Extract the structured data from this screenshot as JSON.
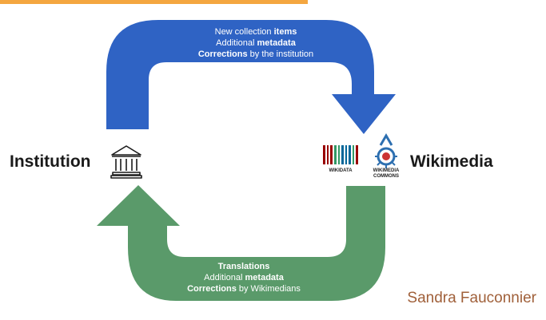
{
  "top_banner": {
    "color": "#f4a640"
  },
  "nodes": {
    "left": {
      "label": "Institution",
      "icon": "institution-building-icon"
    },
    "right": {
      "label": "Wikimedia",
      "logos": [
        {
          "icon": "wikidata-logo",
          "caption": "WIKIDATA"
        },
        {
          "icon": "wikimedia-commons-logo",
          "caption_line1": "WIKIMEDIA",
          "caption_line2": "COMMONS"
        }
      ]
    }
  },
  "flows": {
    "top": {
      "color": "#2f63c4",
      "line1": {
        "before": "New collection ",
        "bold": "items",
        "after": ""
      },
      "line2": {
        "before": "Additional ",
        "bold": "metadata",
        "after": ""
      },
      "line3": {
        "before": "",
        "bold": "Corrections",
        "after": " by the institution"
      }
    },
    "bottom": {
      "color": "#5a9a6a",
      "line1": {
        "before": "",
        "bold": "Translations",
        "after": ""
      },
      "line2": {
        "before": "Additional ",
        "bold": "metadata",
        "after": ""
      },
      "line3": {
        "before": "",
        "bold": "Corrections",
        "after": " by Wikimedians"
      }
    }
  },
  "credit": "Sandra Fauconnier"
}
